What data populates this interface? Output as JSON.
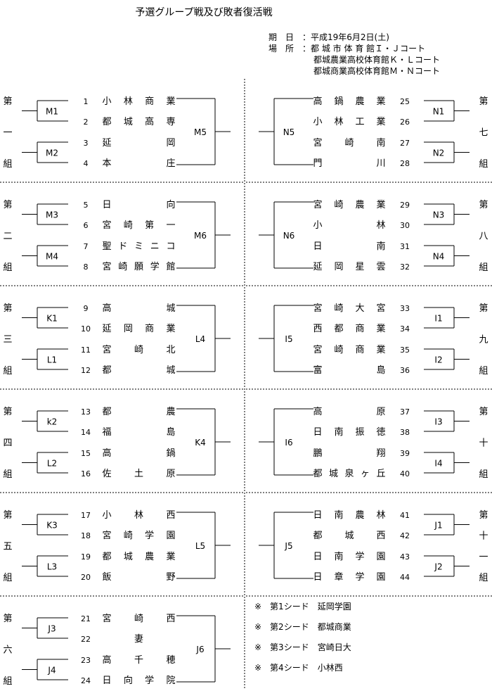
{
  "title": "予選グループ戦及び敗者復活戦",
  "info": {
    "date_label": "期　日",
    "date_value": "：平成19年6月2日(土)",
    "place_label": "場　所",
    "place_values": [
      "：都 城 市 体 育 館Ｉ・Ｊコート",
      "都城農業高校体育館Ｋ・Ｌコート",
      "都城商業高校体育館Ｍ・Ｎコート"
    ]
  },
  "groups": [
    {
      "label": [
        "第",
        "一",
        "組"
      ],
      "m1": "M1",
      "m2": "M2",
      "final": "M5",
      "teams": [
        {
          "no": "1",
          "name": "小林商業"
        },
        {
          "no": "2",
          "name": "都城高専"
        },
        {
          "no": "3",
          "name": "延　　岡"
        },
        {
          "no": "4",
          "name": "本　　庄"
        }
      ]
    },
    {
      "label": [
        "第",
        "七",
        "組"
      ],
      "m1": "N1",
      "m2": "N2",
      "final": "N5",
      "teams": [
        {
          "no": "25",
          "name": "高鍋農業"
        },
        {
          "no": "26",
          "name": "小林工業"
        },
        {
          "no": "27",
          "name": "宮　崎　南"
        },
        {
          "no": "28",
          "name": "門　　川"
        }
      ]
    },
    {
      "label": [
        "第",
        "二",
        "組"
      ],
      "m1": "M3",
      "m2": "M4",
      "final": "M6",
      "teams": [
        {
          "no": "5",
          "name": "日　　向"
        },
        {
          "no": "6",
          "name": "宮崎第一"
        },
        {
          "no": "7",
          "name": "聖ドミニコ"
        },
        {
          "no": "8",
          "name": "宮崎願学館"
        }
      ]
    },
    {
      "label": [
        "第",
        "八",
        "組"
      ],
      "m1": "N3",
      "m2": "N4",
      "final": "N6",
      "teams": [
        {
          "no": "29",
          "name": "宮崎農業"
        },
        {
          "no": "30",
          "name": "小　　林"
        },
        {
          "no": "31",
          "name": "日　　南"
        },
        {
          "no": "32",
          "name": "延岡星雲"
        }
      ]
    },
    {
      "label": [
        "第",
        "三",
        "組"
      ],
      "m1": "K1",
      "m2": "L1",
      "final": "L4",
      "teams": [
        {
          "no": "9",
          "name": "高　　城"
        },
        {
          "no": "10",
          "name": "延岡商業"
        },
        {
          "no": "11",
          "name": "宮　崎　北"
        },
        {
          "no": "12",
          "name": "都　　城"
        }
      ]
    },
    {
      "label": [
        "第",
        "九",
        "組"
      ],
      "m1": "I1",
      "m2": "I2",
      "final": "I5",
      "teams": [
        {
          "no": "33",
          "name": "宮崎大宮"
        },
        {
          "no": "34",
          "name": "西都商業"
        },
        {
          "no": "35",
          "name": "宮崎商業"
        },
        {
          "no": "36",
          "name": "富　　島"
        }
      ]
    },
    {
      "label": [
        "第",
        "四",
        "組"
      ],
      "m1": "k2",
      "m2": "L2",
      "final": "K4",
      "teams": [
        {
          "no": "13",
          "name": "都　　農"
        },
        {
          "no": "14",
          "name": "福　　島"
        },
        {
          "no": "15",
          "name": "高　　鍋"
        },
        {
          "no": "16",
          "name": "佐　土　原"
        }
      ]
    },
    {
      "label": [
        "第",
        "十",
        "組"
      ],
      "m1": "I3",
      "m2": "I4",
      "final": "I6",
      "teams": [
        {
          "no": "37",
          "name": "高　　原"
        },
        {
          "no": "38",
          "name": "日南振徳"
        },
        {
          "no": "39",
          "name": "鵬　　翔"
        },
        {
          "no": "40",
          "name": "都城泉ヶ丘"
        }
      ]
    },
    {
      "label": [
        "第",
        "五",
        "組"
      ],
      "m1": "K3",
      "m2": "L3",
      "final": "L5",
      "teams": [
        {
          "no": "17",
          "name": "小　林　西"
        },
        {
          "no": "18",
          "name": "宮崎学園"
        },
        {
          "no": "19",
          "name": "都城農業"
        },
        {
          "no": "20",
          "name": "飯　　野"
        }
      ]
    },
    {
      "label": [
        "第",
        "十",
        "一",
        "組"
      ],
      "m1": "J1",
      "m2": "J2",
      "final": "J5",
      "teams": [
        {
          "no": "41",
          "name": "日南農林"
        },
        {
          "no": "42",
          "name": "都　城　西"
        },
        {
          "no": "43",
          "name": "日南学園"
        },
        {
          "no": "44",
          "name": "日章学園"
        }
      ]
    },
    {
      "label": [
        "第",
        "六",
        "組"
      ],
      "m1": "J3",
      "m2": "J4",
      "final": "J6",
      "teams": [
        {
          "no": "21",
          "name": "宮　崎　西"
        },
        {
          "no": "22",
          "name": "　妻　"
        },
        {
          "no": "23",
          "name": "高　千　穂"
        },
        {
          "no": "24",
          "name": "日向学院"
        }
      ]
    }
  ],
  "seeds": [
    "※　第1シード　延岡学園",
    "※　第2シード　都城商業",
    "※　第3シード　宮崎日大",
    "※　第4シード　小林西"
  ]
}
